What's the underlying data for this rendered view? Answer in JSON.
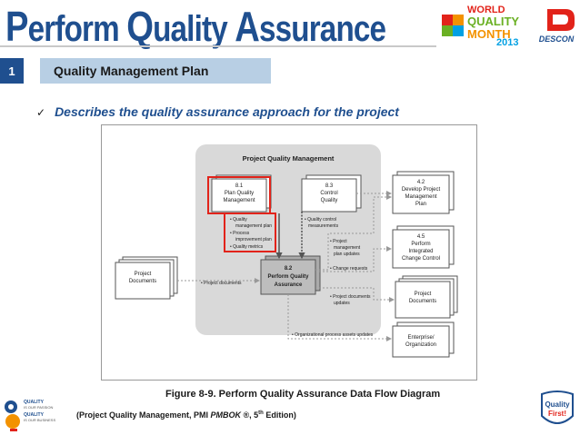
{
  "header": {
    "title_words": [
      {
        "initial": "P",
        "rest": "erform"
      },
      {
        "initial": "Q",
        "rest": "uality"
      },
      {
        "initial": "A",
        "rest": "ssurance"
      }
    ],
    "wqm_logo": {
      "line1": "WORLD",
      "line2": "QUALITY",
      "line3": "MONTH",
      "year": "2013"
    },
    "descon_logo": {
      "text": "DESCON"
    }
  },
  "section": {
    "number": "1",
    "label": "Quality Management Plan"
  },
  "bullet": {
    "check": "✓",
    "text": "Describes the quality  assurance approach for the project"
  },
  "diagram": {
    "group_title": "Project Quality Management",
    "plan": {
      "num": "8.1",
      "line1": "Plan Quality",
      "line2": "Management"
    },
    "control": {
      "num": "8.3",
      "line1": "Control",
      "line2": "Quality"
    },
    "perform": {
      "num": "8.2",
      "line1": "Perform Quality",
      "line2": "Assurance"
    },
    "develop": {
      "num": "4.2",
      "line1": "Develop Project",
      "line2": "Management",
      "line3": "Plan"
    },
    "change": {
      "num": "4.5",
      "line1": "Perform",
      "line2": "Integrated",
      "line3": "Change Control"
    },
    "project_docs_left": {
      "line1": "Project",
      "line2": "Documents"
    },
    "project_docs_right": {
      "line1": "Project",
      "line2": "Documents"
    },
    "enterprise": {
      "line1": "Enterprise/",
      "line2": "Organization"
    },
    "plan_outputs": [
      {
        "a": "• Quality",
        "b": "management plan"
      },
      {
        "a": "• Process",
        "b": "improvement plan"
      },
      {
        "a": "• Quality metrics",
        "b": ""
      }
    ],
    "labels": {
      "qc_measurements": {
        "a": "• Quality control",
        "b": "measurements"
      },
      "pm_plan_updates": {
        "a": "• Project",
        "b": "management",
        "c": "plan updates"
      },
      "change_requests": "• Change requests",
      "project_documents_in": "• Project documents",
      "project_docs_updates": {
        "a": "• Project documents",
        "b": "updates"
      },
      "opa_updates": "• Organizational process assets updates"
    },
    "caption": "Figure 8-9. Perform Quality Assurance Data Flow Diagram"
  },
  "source": {
    "prefix": "(Project Quality Management, PMI ",
    "italic": "PMBOK",
    "reg": " ®, 5",
    "sup": "th",
    "suffix": " Edition)"
  },
  "bottom_left_logo": {
    "line1": "QUALITY",
    "line2": "IS OUR PASSION",
    "line3": "QUALITY",
    "line4": "IS OUR BUSINESS"
  },
  "quality_first": {
    "line1": "Quality",
    "line2": "First!"
  },
  "colors": {
    "title": "#1f4f8f",
    "section_bg": "#b8cfe4",
    "highlight": "#e2231a"
  }
}
